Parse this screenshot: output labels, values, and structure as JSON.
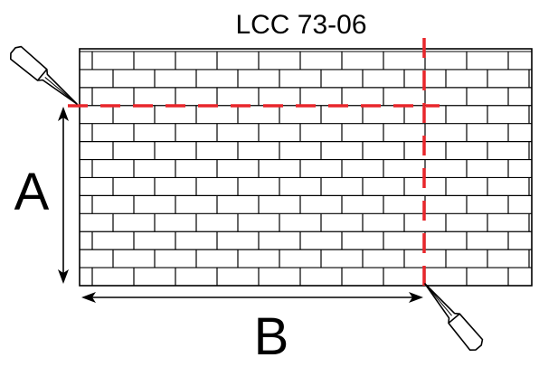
{
  "title": "LCC 73-06",
  "labels": {
    "height": "A",
    "width": "B"
  },
  "wall": {
    "courses": 13
  },
  "colors": {
    "brick_lines": "#000000",
    "cut_lines": "#e8262b",
    "background": "#ffffff"
  },
  "icons": {
    "top_left": "cutting-knife-icon",
    "bottom_right": "cutting-knife-icon"
  }
}
